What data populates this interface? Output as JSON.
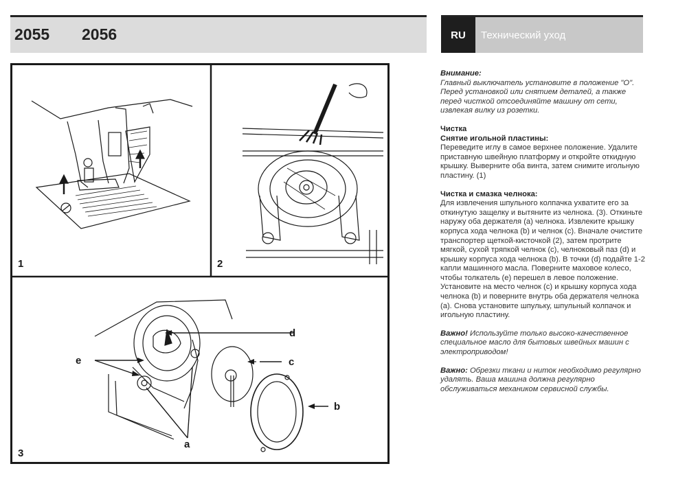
{
  "header": {
    "model_1": "2055",
    "model_2": "2056",
    "lang": "RU",
    "section_title": "Технический уход"
  },
  "figures": {
    "fig1_label": "1",
    "fig2_label": "2",
    "fig3_label": "3",
    "callouts": {
      "a": "a",
      "b": "b",
      "c": "c",
      "d": "d",
      "e": "e"
    }
  },
  "text": {
    "attention_title": "Внимание:",
    "attention_body": "Главный выключатель установите в положение \"O\". Перед установкой или снятием деталей, а также перед чисткой отсоединяйте машину от сети, извлекая вилку из розетки.",
    "cleaning_title": "Чистка",
    "plate_title": "Снятие игольной пластины:",
    "plate_body": "Переведите иглу в самое верхнее положение. Удалите приставную швейную платформу и откройте откидную крышку. Выверните оба винта, затем снимите игольную пластину. (1)",
    "hook_title": "Чистка и смазка челнока:",
    "hook_body": "Для извлечения шпульного колпачка ухватите его за откинутую защелку и вытяните из челнока. (3). Откиньте наружу оба держателя (a) челнока. Извлеките крышку корпуса хода челнока (b) и челнок (c). Вначале очистите транспортер щеткой-кисточкой (2), затем протрите мягкой, сухой тряпкой челнок (c), челноковый паз (d) и крышку корпуса хода челнока (b). В точки (d) подайте 1-2 капли машинного масла. Поверните маховое колесо, чтобы толкатель (e) перешел в левое положение. Установите на место челнок (c) и крышку корпуса хода челнока (b) и поверните внутрь оба держателя челнока (a). Снова установите шпульку, шпульный колпачок и игольную пластину.",
    "important1_title": "Важно!",
    "important1_body": "Используйте только высоко-качественное специальное масло для бытовых швейных машин с электроприводом!",
    "important2_title": "Важно:",
    "important2_body": "Обрезки ткани и ниток необходимо регулярно удалять. Ваша машина должна регулярно обслуживаться механиком сервисной службы."
  }
}
